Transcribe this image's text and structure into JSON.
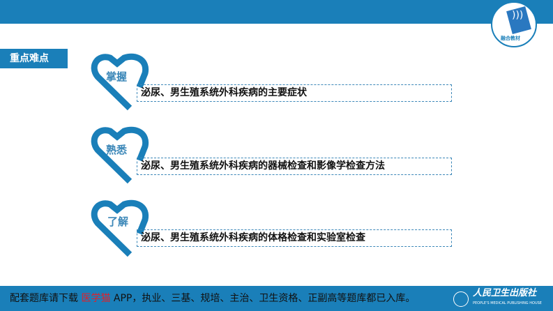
{
  "logo": {
    "text": "融合教材"
  },
  "section": {
    "title": "重点难点"
  },
  "items": [
    {
      "tag": "掌握",
      "text": "泌尿、男生殖系统外科疾病的主要症状"
    },
    {
      "tag": "熟悉",
      "text": "泌尿、男生殖系统外科疾病的器械检查和影像学检查方法"
    },
    {
      "tag": "了解",
      "text": "泌尿、男生殖系统外科疾病的体格检查和实验室检查"
    }
  ],
  "footer": {
    "prefix": "配套题库请下载",
    "app": "医学猫",
    "suffix": "APP，执业、三基、规培、主治、卫生资格、正副高等题库都已入库。",
    "publisher": "人民卫生出版社",
    "publisher_en": "PEOPLE'S MEDICAL PUBLISHING HOUSE"
  },
  "colors": {
    "primary": "#1a7fb9",
    "accent": "#e0202a"
  }
}
